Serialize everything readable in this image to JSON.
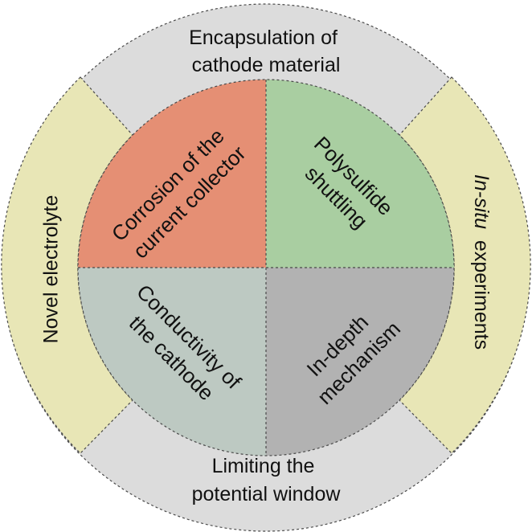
{
  "colors": {
    "outer_gray": "#dcdcdc",
    "outer_yellow": "#e8e6b6",
    "corrosion": "#e58f74",
    "polysulfide": "#a9cea1",
    "conductivity": "#bdc9c2",
    "mechanism": "#b2b2b2",
    "outline": "#4a4a4a"
  },
  "outer_ring": {
    "top": {
      "line1": "Encapsulation of",
      "line2": "cathode material"
    },
    "bottom": {
      "line1": "Limiting the",
      "line2": "potential window"
    },
    "left": {
      "text": "Novel electrolyte"
    },
    "right": {
      "italic": "In-situ",
      "rest": " experiments"
    }
  },
  "inner_quadrants": {
    "top_left": {
      "line1": "Corrosion of the",
      "line2": "current collector"
    },
    "top_right": {
      "line1": "Polysulfide",
      "line2": "shuttling"
    },
    "bottom_left": {
      "line1": "Conductivity of",
      "line2": "the cathode"
    },
    "bottom_right": {
      "line1": "In-depth",
      "line2": "mechanism"
    }
  }
}
